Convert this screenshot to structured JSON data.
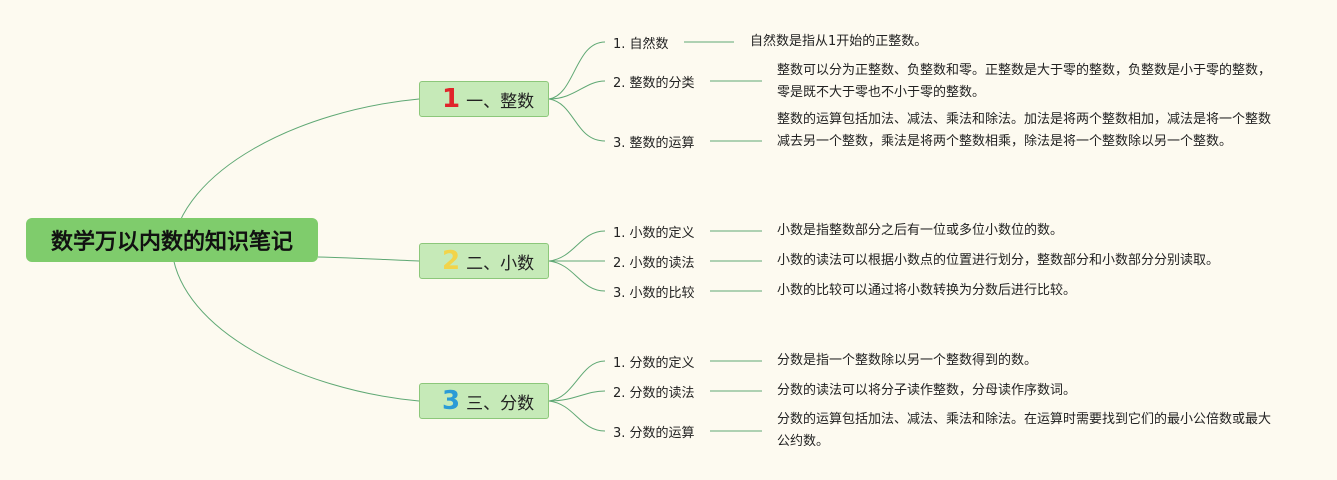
{
  "root": {
    "title": "数学万以内数的知识笔记"
  },
  "branches": [
    {
      "num": "1",
      "num_color": "#e0242a",
      "label": "一、整数",
      "items": [
        {
          "label": "1. 自然数",
          "desc": "自然数是指从1开始的正整数。"
        },
        {
          "label": "2. 整数的分类",
          "desc": "整数可以分为正整数、负整数和零。正整数是大于零的整数，负整数是小于零的整数，零是既不大于零也不小于零的整数。"
        },
        {
          "label": "3. 整数的运算",
          "desc": "整数的运算包括加法、减法、乘法和除法。加法是将两个整数相加，减法是将一个整数减去另一个整数，乘法是将两个整数相乘，除法是将一个整数除以另一个整数。"
        }
      ]
    },
    {
      "num": "2",
      "num_color": "#f2d44a",
      "label": "二、小数",
      "items": [
        {
          "label": "1. 小数的定义",
          "desc": "小数是指整数部分之后有一位或多位小数位的数。"
        },
        {
          "label": "2. 小数的读法",
          "desc": "小数的读法可以根据小数点的位置进行划分，整数部分和小数部分分别读取。"
        },
        {
          "label": "3. 小数的比较",
          "desc": "小数的比较可以通过将小数转换为分数后进行比较。"
        }
      ]
    },
    {
      "num": "3",
      "num_color": "#2a9bd6",
      "label": "三、分数",
      "items": [
        {
          "label": "1. 分数的定义",
          "desc": "分数是指一个整数除以另一个整数得到的数。"
        },
        {
          "label": "2. 分数的读法",
          "desc": "分数的读法可以将分子读作整数，分母读作序数词。"
        },
        {
          "label": "3. 分数的运算",
          "desc": "分数的运算包括加法、减法、乘法和除法。在运算时需要找到它们的最小公倍数或最大公约数。"
        }
      ]
    }
  ]
}
